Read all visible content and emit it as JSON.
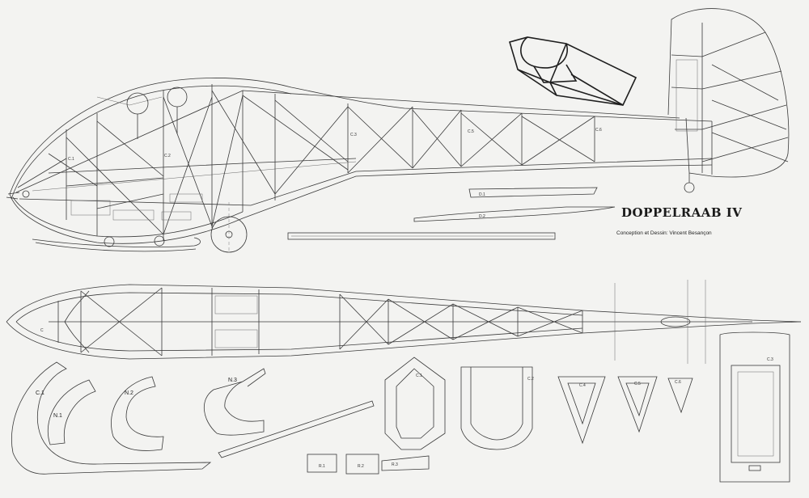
{
  "title": "DOPPELRAAB IV",
  "credit": "Conception et Dessin: Vincent Besançon",
  "labels": {
    "c1": "C.1",
    "c2": "C.2",
    "c3": "C.3",
    "c4": "C.4",
    "c5": "C.5",
    "c6": "C.6",
    "d1": "D.1",
    "d2": "D.2",
    "n1": "N.1",
    "n2": "N.2",
    "n3": "N.3",
    "r1": "R.1",
    "r2": "R.2",
    "r3": "R.3",
    "c": "C",
    "ca": "C.4",
    "cb": "C.5",
    "cc": "C.6",
    "cd": "C.3"
  }
}
